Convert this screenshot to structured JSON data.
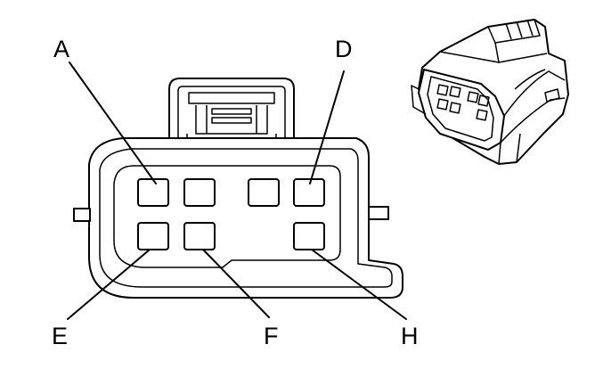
{
  "diagram": {
    "callouts": {
      "a": "A",
      "d": "D",
      "e": "E",
      "f": "F",
      "h": "H"
    },
    "colors": {
      "line": "#000000",
      "background": "#ffffff"
    }
  }
}
